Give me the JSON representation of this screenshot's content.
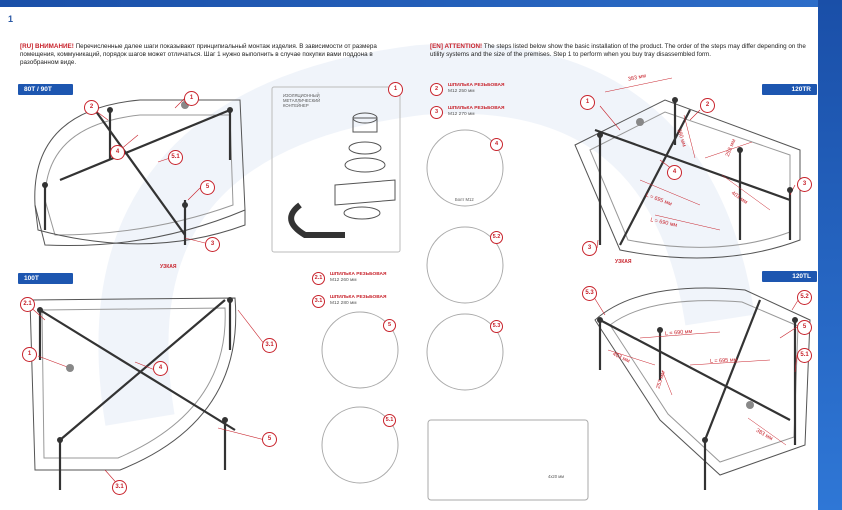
{
  "page": {
    "number": "1"
  },
  "intro_ru": {
    "lead": "[RU] ВНИМАНИЕ!",
    "text": "Перечисленные далее шаги показывают принципиальный монтаж изделия. В зависимости от размера помещения, коммуникаций, порядок шагов может отличаться. Шаг 1 нужно выполнить в случае покупки вами поддона в разобранном виде."
  },
  "intro_en": {
    "lead": "[EN] ATTENTION!",
    "text": "The steps listed below show the basic installation of the product. The order of the steps may differ depending on the utility systems and the size of the premises. Step 1 to perform when you buy tray disassembled form."
  },
  "tags": {
    "t80": "80T / 90T",
    "t100": "100T",
    "t120tr": "120TR",
    "t120tl": "120TL"
  },
  "callouts": {
    "c1": "1",
    "c2": "2",
    "c21": "2.1",
    "c3": "3",
    "c31": "3.1",
    "c4": "4",
    "c5": "5",
    "c51": "5.1",
    "c52": "5.2",
    "c53": "5.3"
  },
  "parts": {
    "p2": "ШПИЛЬКА РЕЗЬБОВАЯ",
    "p2_size": "М12 250 мм",
    "p3": "ШПИЛЬКА РЕЗЬБОВАЯ",
    "p3_size": "М12 270 мм",
    "p21": "ШПИЛЬКА РЕЗЬБОВАЯ",
    "p21_size": "М12 260 мм",
    "p31": "ШПИЛЬКА РЕЗЬБОВАЯ",
    "p31_size": "М12 280 мм"
  },
  "labels": {
    "narrow": "УЗКАЯ",
    "narrow2": "УЗКАЯ",
    "bolt": "Болт М12",
    "washer": "4х20 мм",
    "note": "ИЗОЛЯЦИОННЫЙ МЕТАЛЛИЧЕСКИЙ КОНТЕЙНЕР"
  },
  "dims": {
    "tr_383": "383 мм",
    "tr_380": "380 мм",
    "tr_253": "253 мм",
    "tr_403": "403 мм",
    "tr_695": "L = 695 мм",
    "tr_690": "L = 690 мм",
    "tl_690": "L = 690 мм",
    "tl_695": "L = 695 мм",
    "tl_403": "403 мм",
    "tl_253": "253 мм",
    "tl_383": "383 мм"
  },
  "colors": {
    "accent": "#c8232c",
    "brand": "#1d56b0"
  }
}
